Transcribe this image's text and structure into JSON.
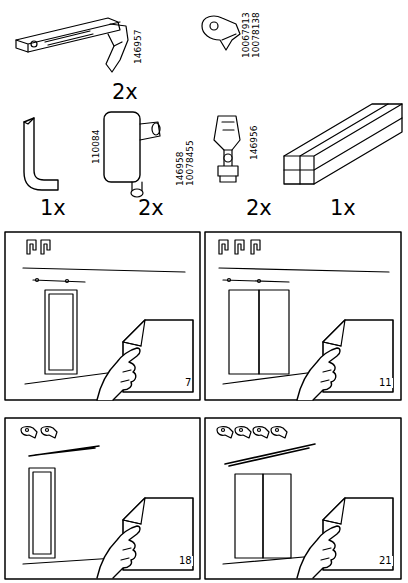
{
  "diagram": {
    "labels": [
      "146957",
      "2x",
      "10067913",
      "10078138",
      "110084",
      "1x",
      "146958",
      "10078455",
      "2x",
      "146956",
      "2x",
      "1x",
      "7",
      "11",
      "18",
      "21"
    ]
  }
}
